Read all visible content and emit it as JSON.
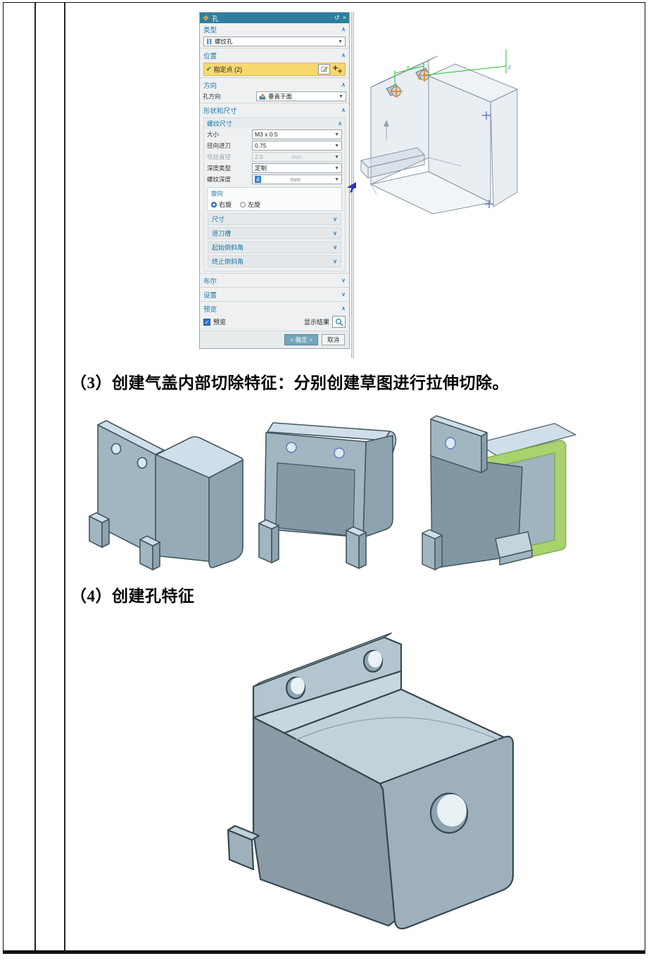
{
  "colors": {
    "titlebar_teal": "#2e7e9d",
    "section_label_teal": "#1878a6",
    "highlight_row_yellow": "#f8d76e",
    "text_selection_blue": "#2f7fd0",
    "ok_button_teal": "#72a5ba",
    "model_face_light": "#cfdee8",
    "model_face_mid": "#a2b6c2",
    "model_face_dark": "#8a9eaa",
    "section_cut_green": "#a9d36f",
    "dimension_green": "#27c427",
    "hole_marker_orange": "#e8913c"
  },
  "document": {
    "para3": "（3）创建气盖内部切除特征：分别创建草图进行拉伸切除。",
    "para4": "（4）创建孔特征"
  },
  "dialog": {
    "title": "孔",
    "reset_icon": "↺",
    "close_icon": "×",
    "type": {
      "header": "类型",
      "value": "螺纹孔"
    },
    "position": {
      "header": "位置",
      "status": "指定点 (2)"
    },
    "direction": {
      "header": "方向",
      "label": "孔方向",
      "value": "垂直于面"
    },
    "shape": {
      "header": "形状和尺寸"
    },
    "thread": {
      "header": "螺纹尺寸",
      "rows": [
        {
          "label": "大小",
          "value": "M3 x 0.5",
          "unit": ""
        },
        {
          "label": "径向进刀",
          "value": "0.75",
          "unit": ""
        },
        {
          "label": "攻丝直径",
          "value": "2.5",
          "unit": "mm"
        },
        {
          "label": "深度类型",
          "value": "定制",
          "unit": ""
        },
        {
          "label": "螺纹深度",
          "value": "4",
          "unit": "mm"
        }
      ],
      "handedness": {
        "header": "旋向",
        "right": "右旋",
        "left": "左旋"
      }
    },
    "collapsed": [
      "尺寸",
      "退刀槽",
      "起始倒斜角",
      "终止倒斜角"
    ],
    "boolean_header": "布尔",
    "settings_header": "设置",
    "preview": {
      "header": "预览",
      "checkbox": "预览",
      "show_result": "显示结果"
    },
    "footer": {
      "ok": "< 确定 >",
      "cancel": "取消"
    }
  },
  "preview_model": {
    "dim_width": "8",
    "dim_height": "2"
  }
}
